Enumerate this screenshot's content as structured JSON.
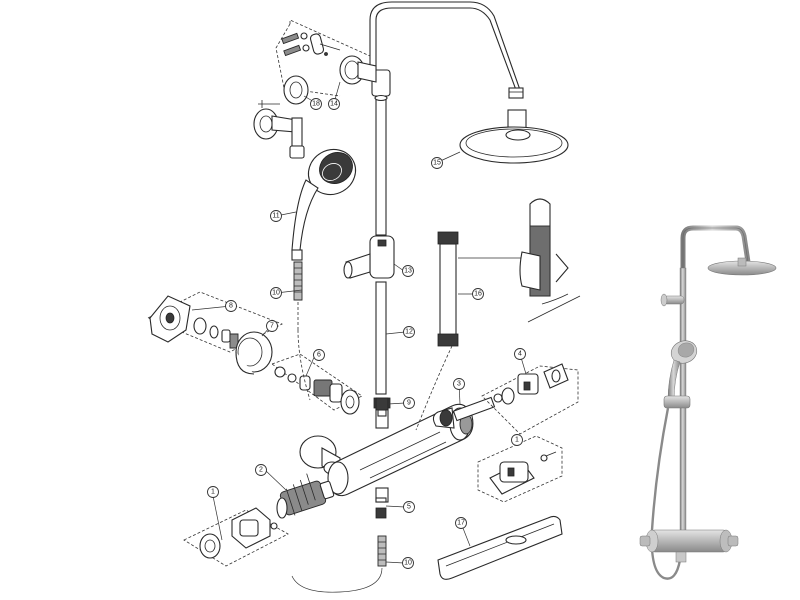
{
  "callouts": {
    "c1a": "1",
    "c1b": "1",
    "c2": "2",
    "c3": "3",
    "c4": "4",
    "c5": "5",
    "c6": "6",
    "c7": "7",
    "c8": "8",
    "c9": "9",
    "c10a": "10",
    "c10b": "10",
    "c11": "11",
    "c12": "12",
    "c13": "13",
    "c14": "14",
    "c15": "15",
    "c16": "16",
    "c17": "17",
    "c18": "18"
  },
  "colors": {
    "line": "#2a2a2a",
    "metal": "#9a9a9a",
    "background": "#ffffff"
  }
}
